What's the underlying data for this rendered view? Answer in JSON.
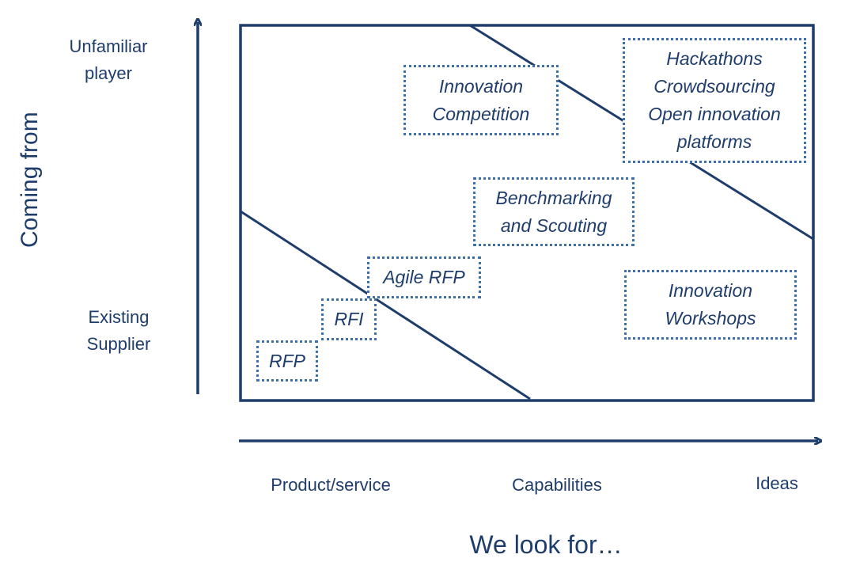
{
  "axes": {
    "y_title": "Coming from",
    "y_top_label": "Unfamiliar\nplayer",
    "y_bottom_label": "Existing\nSupplier",
    "x_title": "We look for…",
    "x_labels": [
      "Product/service",
      "Capabilities",
      "Ideas"
    ]
  },
  "boxes": {
    "rfp": "RFP",
    "rfi": "RFI",
    "agile_rfp": "Agile RFP",
    "benchmarking": "Benchmarking\nand Scouting",
    "innovation_competition": "Innovation\nCompetition",
    "hackathons": "Hackathons\nCrowdsourcing\nOpen innovation\nplatforms",
    "innovation_workshops": "Innovation\nWorkshops"
  },
  "colors": {
    "line": "#1f3d6b",
    "box_border": "#3f6fa8",
    "text": "#1f3d6b"
  }
}
